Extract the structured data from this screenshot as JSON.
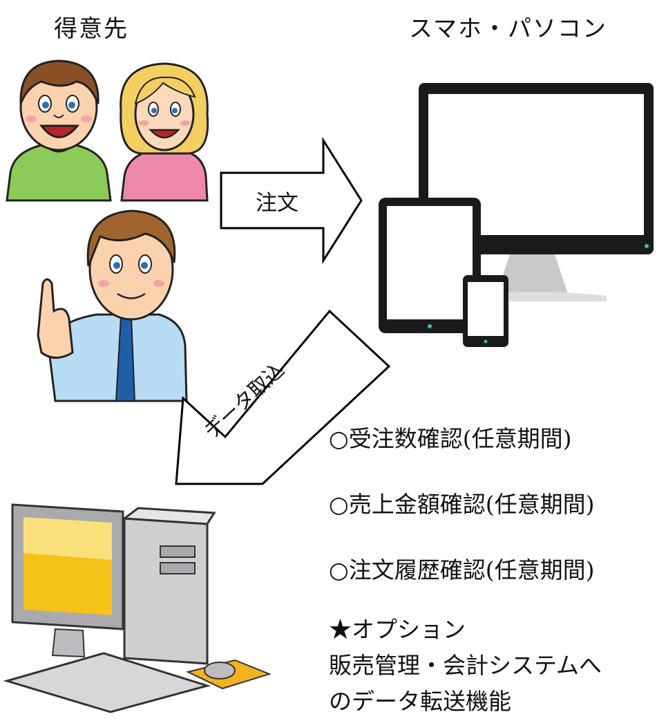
{
  "headings": {
    "customer": "得意先",
    "devices": "スマホ・パソコン"
  },
  "arrows": {
    "order": "注文",
    "import": "データ取込"
  },
  "features": [
    "○受注数確認(任意期間)",
    "○売上金額確認(任意期間)",
    "○注文履歴確認(任意期間)"
  ],
  "option": {
    "title": "★オプション",
    "line1": "販売管理・会計システムへ",
    "line2": "のデータ転送機能"
  }
}
